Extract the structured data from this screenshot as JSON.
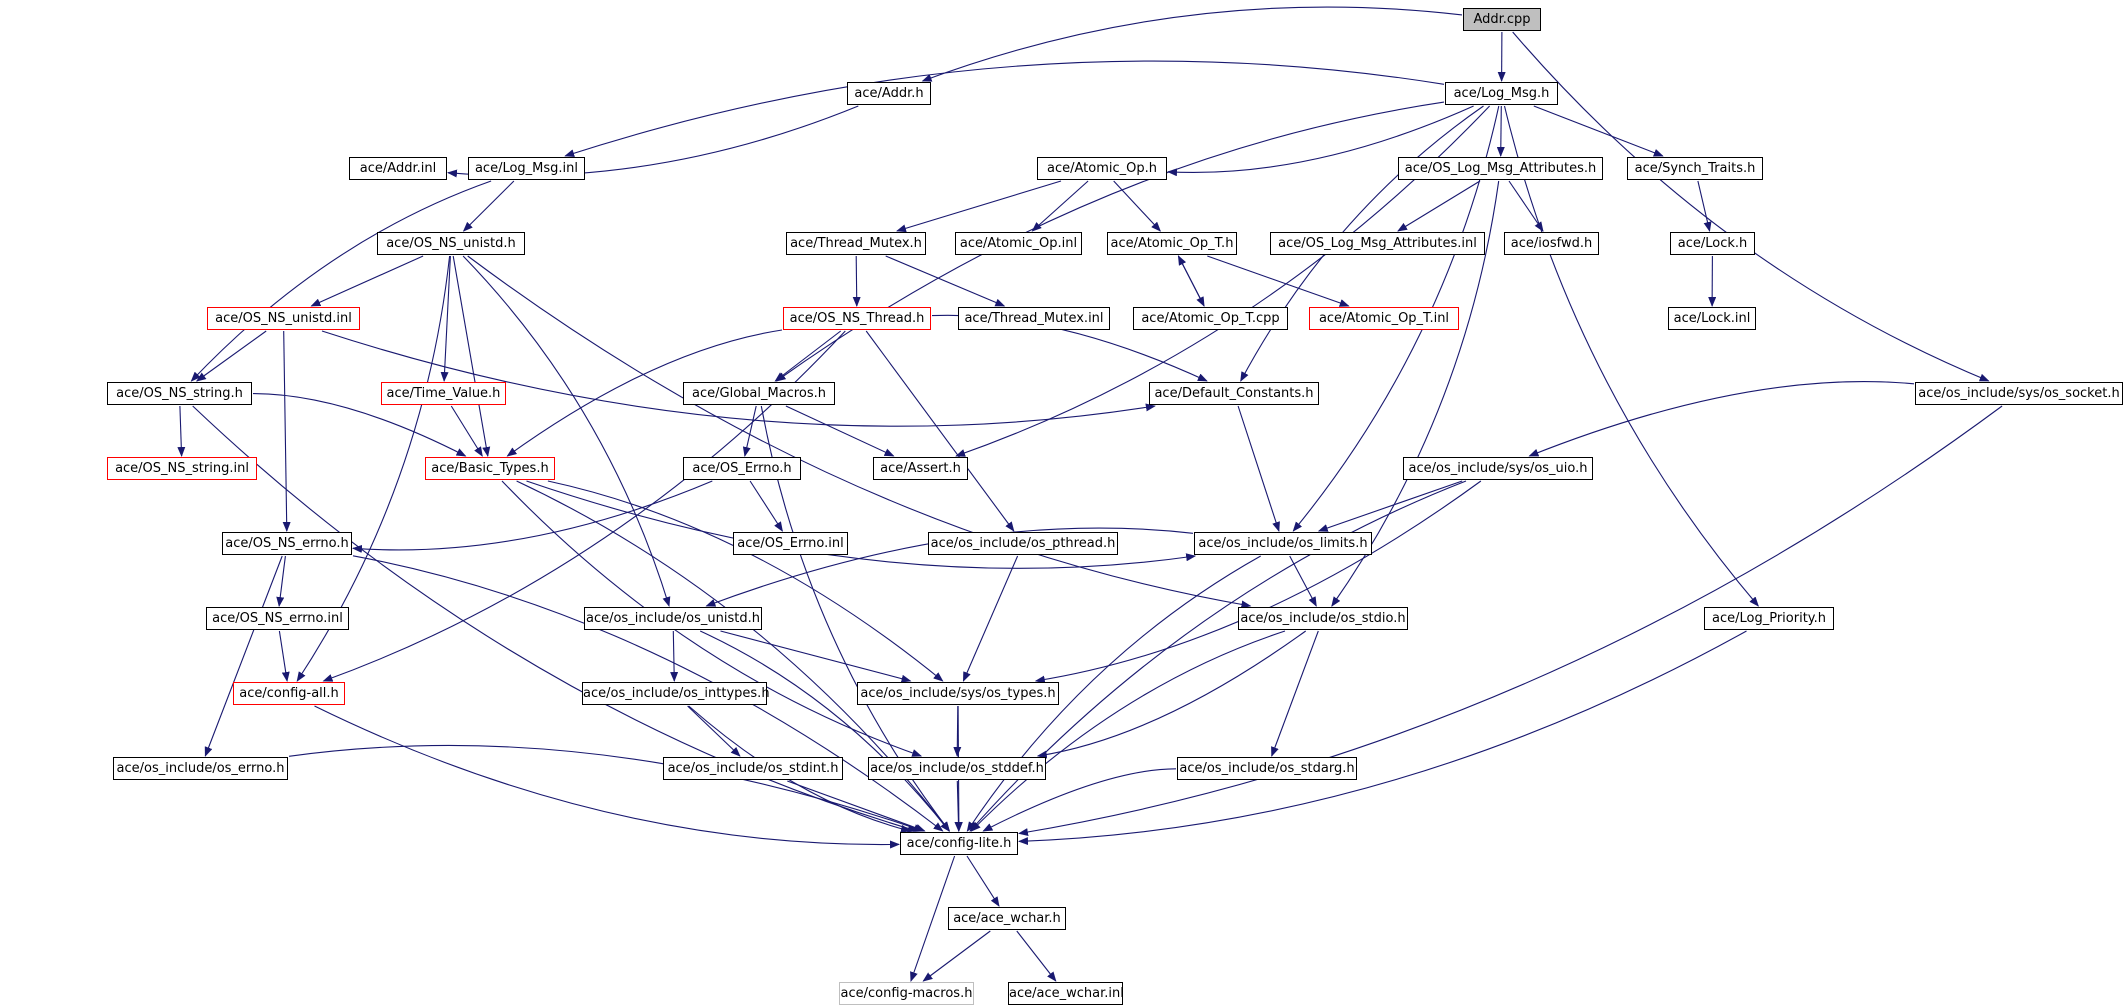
{
  "colors": {
    "edge": "#191970",
    "node_border": "#000000",
    "root_fill": "#bfbfbf",
    "red_border": "#ff0000",
    "gray_border": "#bfbfbf",
    "background": "#ffffff"
  },
  "nodes": [
    {
      "id": "addr_cpp",
      "label": "Addr.cpp",
      "style": "root"
    },
    {
      "id": "addr_h",
      "label": "ace/Addr.h",
      "style": "normal"
    },
    {
      "id": "log_msg_h",
      "label": "ace/Log_Msg.h",
      "style": "normal"
    },
    {
      "id": "addr_inl",
      "label": "ace/Addr.inl",
      "style": "normal"
    },
    {
      "id": "log_msg_inl",
      "label": "ace/Log_Msg.inl",
      "style": "normal"
    },
    {
      "id": "atomic_op_h",
      "label": "ace/Atomic_Op.h",
      "style": "normal"
    },
    {
      "id": "os_log_msg_attr_h",
      "label": "ace/OS_Log_Msg_Attributes.h",
      "style": "normal"
    },
    {
      "id": "synch_traits_h",
      "label": "ace/Synch_Traits.h",
      "style": "normal"
    },
    {
      "id": "os_ns_unistd_h",
      "label": "ace/OS_NS_unistd.h",
      "style": "normal"
    },
    {
      "id": "thread_mutex_h",
      "label": "ace/Thread_Mutex.h",
      "style": "normal"
    },
    {
      "id": "atomic_op_inl",
      "label": "ace/Atomic_Op.inl",
      "style": "normal"
    },
    {
      "id": "atomic_op_t_h",
      "label": "ace/Atomic_Op_T.h",
      "style": "normal"
    },
    {
      "id": "os_log_msg_attr_inl",
      "label": "ace/OS_Log_Msg_Attributes.inl",
      "style": "normal"
    },
    {
      "id": "iosfwd_h",
      "label": "ace/iosfwd.h",
      "style": "normal"
    },
    {
      "id": "lock_h",
      "label": "ace/Lock.h",
      "style": "normal"
    },
    {
      "id": "os_ns_unistd_inl",
      "label": "ace/OS_NS_unistd.inl",
      "style": "red"
    },
    {
      "id": "os_ns_thread_h",
      "label": "ace/OS_NS_Thread.h",
      "style": "red"
    },
    {
      "id": "thread_mutex_inl",
      "label": "ace/Thread_Mutex.inl",
      "style": "normal"
    },
    {
      "id": "atomic_op_t_cpp",
      "label": "ace/Atomic_Op_T.cpp",
      "style": "normal"
    },
    {
      "id": "atomic_op_t_inl",
      "label": "ace/Atomic_Op_T.inl",
      "style": "red"
    },
    {
      "id": "lock_inl",
      "label": "ace/Lock.inl",
      "style": "normal"
    },
    {
      "id": "os_ns_string_h",
      "label": "ace/OS_NS_string.h",
      "style": "normal"
    },
    {
      "id": "time_value_h",
      "label": "ace/Time_Value.h",
      "style": "red"
    },
    {
      "id": "global_macros_h",
      "label": "ace/Global_Macros.h",
      "style": "normal"
    },
    {
      "id": "default_constants_h",
      "label": "ace/Default_Constants.h",
      "style": "normal"
    },
    {
      "id": "os_socket_h",
      "label": "ace/os_include/sys/os_socket.h",
      "style": "normal"
    },
    {
      "id": "os_ns_string_inl",
      "label": "ace/OS_NS_string.inl",
      "style": "red"
    },
    {
      "id": "basic_types_h",
      "label": "ace/Basic_Types.h",
      "style": "red"
    },
    {
      "id": "os_errno_h",
      "label": "ace/OS_Errno.h",
      "style": "normal"
    },
    {
      "id": "assert_h",
      "label": "ace/Assert.h",
      "style": "normal"
    },
    {
      "id": "os_uio_h",
      "label": "ace/os_include/sys/os_uio.h",
      "style": "normal"
    },
    {
      "id": "os_ns_errno_h",
      "label": "ace/OS_NS_errno.h",
      "style": "normal"
    },
    {
      "id": "os_errno_inl",
      "label": "ace/OS_Errno.inl",
      "style": "normal"
    },
    {
      "id": "os_pthread_h",
      "label": "ace/os_include/os_pthread.h",
      "style": "normal"
    },
    {
      "id": "os_limits_h",
      "label": "ace/os_include/os_limits.h",
      "style": "normal"
    },
    {
      "id": "os_ns_errno_inl",
      "label": "ace/OS_NS_errno.inl",
      "style": "normal"
    },
    {
      "id": "os_unistd_h",
      "label": "ace/os_include/os_unistd.h",
      "style": "normal"
    },
    {
      "id": "os_stdio_h",
      "label": "ace/os_include/os_stdio.h",
      "style": "normal"
    },
    {
      "id": "log_priority_h",
      "label": "ace/Log_Priority.h",
      "style": "normal"
    },
    {
      "id": "config_all_h",
      "label": "ace/config-all.h",
      "style": "red"
    },
    {
      "id": "os_inttypes_h",
      "label": "ace/os_include/os_inttypes.h",
      "style": "normal"
    },
    {
      "id": "os_types_h",
      "label": "ace/os_include/sys/os_types.h",
      "style": "normal"
    },
    {
      "id": "os_include_errno_h",
      "label": "ace/os_include/os_errno.h",
      "style": "normal"
    },
    {
      "id": "os_stdint_h",
      "label": "ace/os_include/os_stdint.h",
      "style": "normal"
    },
    {
      "id": "os_stddef_h",
      "label": "ace/os_include/os_stddef.h",
      "style": "normal"
    },
    {
      "id": "os_stdarg_h",
      "label": "ace/os_include/os_stdarg.h",
      "style": "normal"
    },
    {
      "id": "config_lite_h",
      "label": "ace/config-lite.h",
      "style": "normal"
    },
    {
      "id": "ace_wchar_h",
      "label": "ace/ace_wchar.h",
      "style": "normal"
    },
    {
      "id": "config_macros_h",
      "label": "ace/config-macros.h",
      "style": "gray"
    },
    {
      "id": "ace_wchar_inl",
      "label": "ace/ace_wchar.inl",
      "style": "normal"
    }
  ],
  "edges": [
    [
      "addr_cpp",
      "addr_h"
    ],
    [
      "addr_cpp",
      "log_msg_h"
    ],
    [
      "addr_cpp",
      "os_socket_h"
    ],
    [
      "addr_h",
      "addr_inl"
    ],
    [
      "log_msg_h",
      "log_msg_inl"
    ],
    [
      "log_msg_h",
      "atomic_op_h"
    ],
    [
      "log_msg_h",
      "os_log_msg_attr_h"
    ],
    [
      "log_msg_h",
      "synch_traits_h"
    ],
    [
      "log_msg_h",
      "global_macros_h"
    ],
    [
      "log_msg_h",
      "assert_h"
    ],
    [
      "log_msg_h",
      "default_constants_h"
    ],
    [
      "log_msg_h",
      "os_limits_h"
    ],
    [
      "log_msg_h",
      "log_priority_h"
    ],
    [
      "log_msg_inl",
      "os_ns_unistd_h"
    ],
    [
      "log_msg_inl",
      "os_ns_string_h"
    ],
    [
      "atomic_op_h",
      "thread_mutex_h"
    ],
    [
      "atomic_op_h",
      "atomic_op_inl"
    ],
    [
      "atomic_op_h",
      "atomic_op_t_h"
    ],
    [
      "atomic_op_t_h",
      "atomic_op_t_cpp"
    ],
    [
      "atomic_op_t_cpp",
      "atomic_op_t_h"
    ],
    [
      "atomic_op_t_h",
      "atomic_op_t_inl"
    ],
    [
      "thread_mutex_h",
      "os_ns_thread_h"
    ],
    [
      "thread_mutex_h",
      "thread_mutex_inl"
    ],
    [
      "os_log_msg_attr_h",
      "os_log_msg_attr_inl"
    ],
    [
      "os_log_msg_attr_h",
      "iosfwd_h"
    ],
    [
      "os_log_msg_attr_h",
      "os_stdio_h"
    ],
    [
      "synch_traits_h",
      "lock_h"
    ],
    [
      "lock_h",
      "lock_inl"
    ],
    [
      "os_ns_unistd_h",
      "os_ns_unistd_inl"
    ],
    [
      "os_ns_unistd_h",
      "time_value_h"
    ],
    [
      "os_ns_unistd_h",
      "basic_types_h"
    ],
    [
      "os_ns_unistd_h",
      "os_unistd_h"
    ],
    [
      "os_ns_unistd_h",
      "os_stdio_h"
    ],
    [
      "os_ns_unistd_h",
      "config_all_h"
    ],
    [
      "os_ns_unistd_inl",
      "os_ns_string_h"
    ],
    [
      "os_ns_unistd_inl",
      "os_ns_errno_h"
    ],
    [
      "os_ns_unistd_inl",
      "default_constants_h"
    ],
    [
      "os_ns_thread_h",
      "global_macros_h"
    ],
    [
      "os_ns_thread_h",
      "basic_types_h"
    ],
    [
      "os_ns_thread_h",
      "default_constants_h"
    ],
    [
      "os_ns_thread_h",
      "os_pthread_h"
    ],
    [
      "os_ns_thread_h",
      "config_all_h"
    ],
    [
      "os_ns_string_h",
      "os_ns_string_inl"
    ],
    [
      "os_ns_string_h",
      "basic_types_h"
    ],
    [
      "os_ns_string_h",
      "config_lite_h"
    ],
    [
      "time_value_h",
      "basic_types_h"
    ],
    [
      "global_macros_h",
      "os_errno_h"
    ],
    [
      "global_macros_h",
      "assert_h"
    ],
    [
      "global_macros_h",
      "config_lite_h"
    ],
    [
      "default_constants_h",
      "os_limits_h"
    ],
    [
      "os_socket_h",
      "os_uio_h"
    ],
    [
      "os_socket_h",
      "config_lite_h"
    ],
    [
      "basic_types_h",
      "os_limits_h"
    ],
    [
      "basic_types_h",
      "os_types_h"
    ],
    [
      "basic_types_h",
      "os_stddef_h"
    ],
    [
      "basic_types_h",
      "config_lite_h"
    ],
    [
      "os_errno_h",
      "os_errno_inl"
    ],
    [
      "os_errno_h",
      "os_ns_errno_h"
    ],
    [
      "os_uio_h",
      "os_limits_h"
    ],
    [
      "os_uio_h",
      "os_types_h"
    ],
    [
      "os_uio_h",
      "config_lite_h"
    ],
    [
      "os_ns_errno_h",
      "os_ns_errno_inl"
    ],
    [
      "os_ns_errno_h",
      "os_include_errno_h"
    ],
    [
      "os_ns_errno_h",
      "config_lite_h"
    ],
    [
      "os_ns_errno_inl",
      "config_all_h"
    ],
    [
      "os_pthread_h",
      "os_types_h"
    ],
    [
      "os_limits_h",
      "os_unistd_h"
    ],
    [
      "os_limits_h",
      "os_stdio_h"
    ],
    [
      "os_limits_h",
      "config_lite_h"
    ],
    [
      "os_unistd_h",
      "os_inttypes_h"
    ],
    [
      "os_unistd_h",
      "os_types_h"
    ],
    [
      "os_unistd_h",
      "config_lite_h"
    ],
    [
      "os_stdio_h",
      "os_stdarg_h"
    ],
    [
      "os_stdio_h",
      "os_stddef_h"
    ],
    [
      "os_stdio_h",
      "config_lite_h"
    ],
    [
      "log_priority_h",
      "config_lite_h"
    ],
    [
      "config_all_h",
      "config_lite_h"
    ],
    [
      "os_inttypes_h",
      "os_stdint_h"
    ],
    [
      "os_inttypes_h",
      "config_lite_h"
    ],
    [
      "os_types_h",
      "os_stddef_h"
    ],
    [
      "os_types_h",
      "config_lite_h"
    ],
    [
      "os_include_errno_h",
      "config_lite_h"
    ],
    [
      "os_stdint_h",
      "config_lite_h"
    ],
    [
      "os_stddef_h",
      "config_lite_h"
    ],
    [
      "os_stdarg_h",
      "config_lite_h"
    ],
    [
      "config_lite_h",
      "ace_wchar_h"
    ],
    [
      "config_lite_h",
      "config_macros_h"
    ],
    [
      "ace_wchar_h",
      "config_macros_h"
    ],
    [
      "ace_wchar_h",
      "ace_wchar_inl"
    ]
  ]
}
